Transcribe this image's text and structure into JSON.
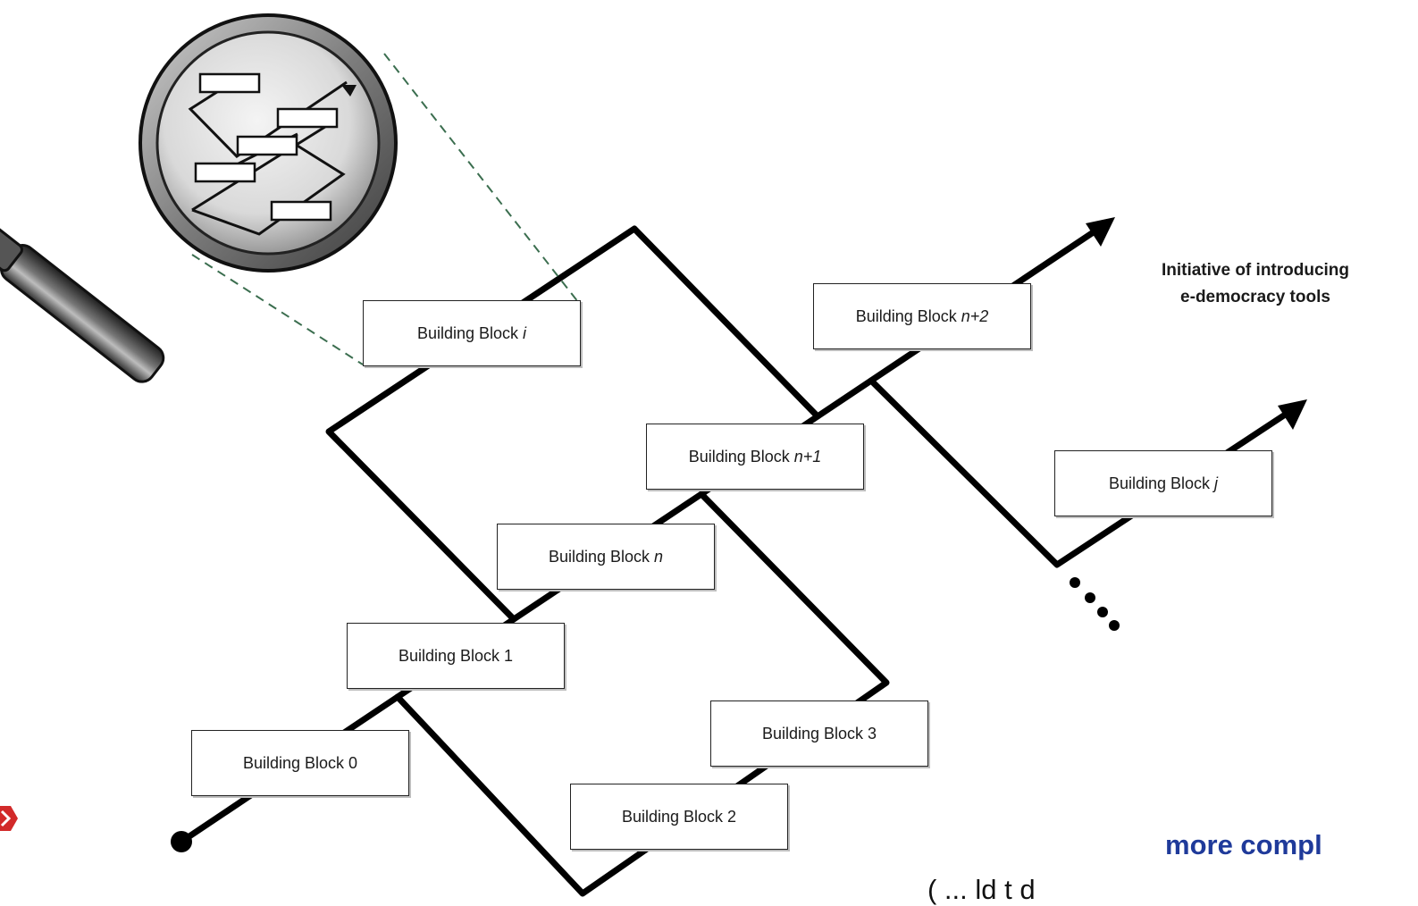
{
  "building_blocks": [
    {
      "id": "bb-0",
      "prefix": "Building Block",
      "suffix": "0",
      "suffix_italic": false
    },
    {
      "id": "bb-1",
      "prefix": "Building Block",
      "suffix": "1",
      "suffix_italic": false
    },
    {
      "id": "bb-2",
      "prefix": "Building Block",
      "suffix": "2",
      "suffix_italic": false
    },
    {
      "id": "bb-3",
      "prefix": "Building Block",
      "suffix": "3",
      "suffix_italic": false
    },
    {
      "id": "bb-n",
      "prefix": "Building Block",
      "suffix": "n",
      "suffix_italic": true
    },
    {
      "id": "bb-n1",
      "prefix": "Building Block",
      "suffix": "n+1",
      "suffix_italic": true
    },
    {
      "id": "bb-n2",
      "prefix": "Building Block",
      "suffix": "n+2",
      "suffix_italic": true
    },
    {
      "id": "bb-i",
      "prefix": "Building Block",
      "suffix": "i",
      "suffix_italic": true
    },
    {
      "id": "bb-j",
      "prefix": "Building Block",
      "suffix": "j",
      "suffix_italic": true
    }
  ],
  "goal_label": {
    "line1": "Initiative of introducing",
    "line2": "e-democracy tools"
  },
  "footer": {
    "heading": "more compl",
    "subtext": "( ... ld  t  d    "
  },
  "icons": {
    "magnifier": "magnifying-glass-icon",
    "logo": "university-logo-icon"
  },
  "colors": {
    "line": "#000000",
    "box_border": "#222222",
    "zoom_guide": "#3b6e4f",
    "footer_heading": "#1f3a9a"
  }
}
